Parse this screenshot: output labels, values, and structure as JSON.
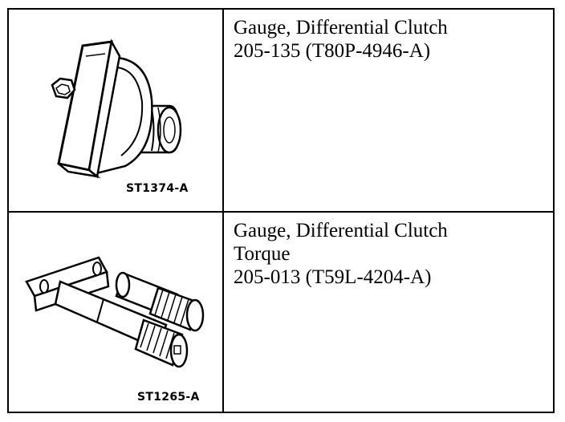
{
  "tools": [
    {
      "image_code": "ST1374-A",
      "name_lines": [
        "Gauge, Differential Clutch",
        "205-135 (T80P-4946-A)"
      ]
    },
    {
      "image_code": "ST1265-A",
      "name_lines": [
        "Gauge, Differential Clutch",
        "Torque",
        "205-013 (T59L-4204-A)"
      ]
    }
  ]
}
